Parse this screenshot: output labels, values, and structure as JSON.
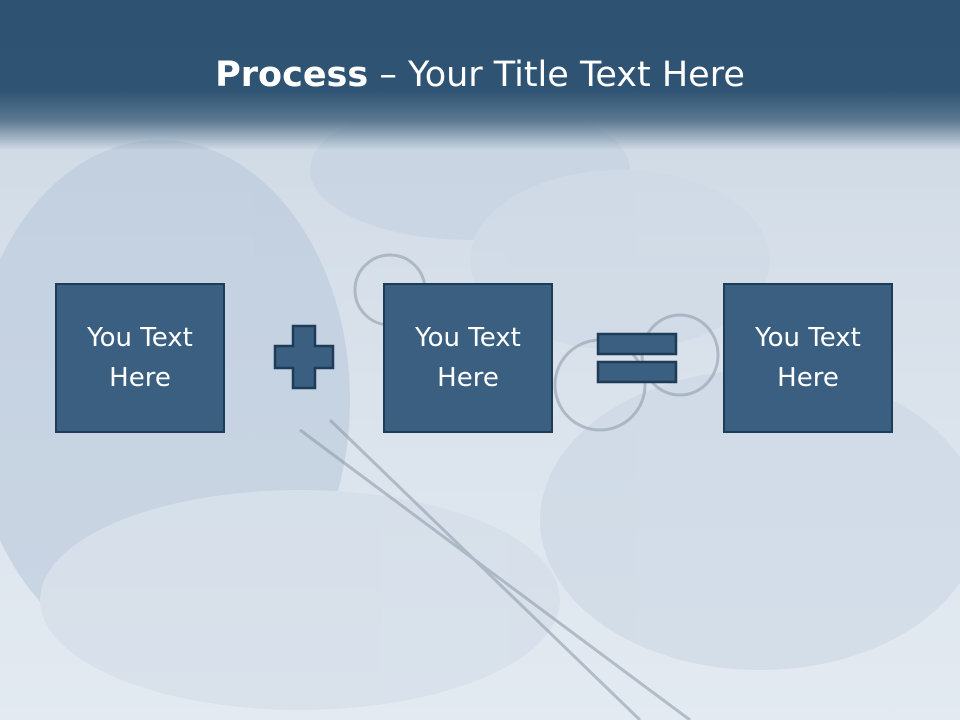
{
  "slide": {
    "title_bold": "Process",
    "title_rest": " – Your Title Text Here"
  },
  "boxes": [
    {
      "label": "You Text Here"
    },
    {
      "label": "You Text Here"
    },
    {
      "label": "You Text Here"
    }
  ],
  "operators": [
    "plus-icon",
    "equals-icon"
  ],
  "colors": {
    "header": "#2f5373",
    "box_fill": "#3a5f80",
    "box_border": "#1f3c57",
    "text": "#ffffff"
  }
}
